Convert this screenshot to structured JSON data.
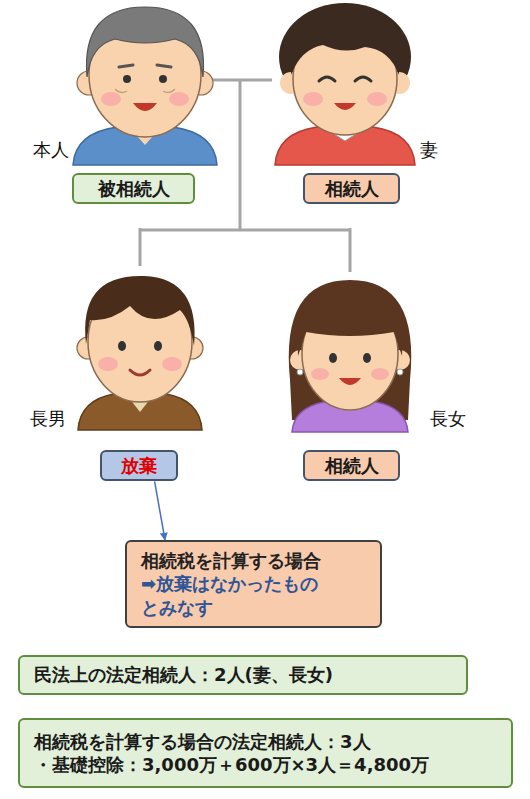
{
  "diagram": {
    "nodes": [
      {
        "text": [
          "被相続人"
        ]
      },
      {
        "text": [
          "相続人"
        ]
      },
      {
        "text": [
          "放棄"
        ]
      },
      {
        "text": [
          "相続人"
        ]
      },
      {
        "text": [
          "相続税を計算する場合",
          "➡放棄はなかったもの とみなす"
        ]
      },
      {
        "text": [
          "民法上の法定相続人：2人(妻、長女)"
        ]
      },
      {
        "text": [
          "相続税を計算する場合の法定相続人：3人",
          "・基礎控除：3,000万＋600万×3人＝4,800万"
        ]
      }
    ],
    "edges": [
      {
        "from": 2,
        "to": 4,
        "arrow": "to"
      }
    ],
    "labels": [
      "本人",
      "妻",
      "長男",
      "長女"
    ]
  }
}
